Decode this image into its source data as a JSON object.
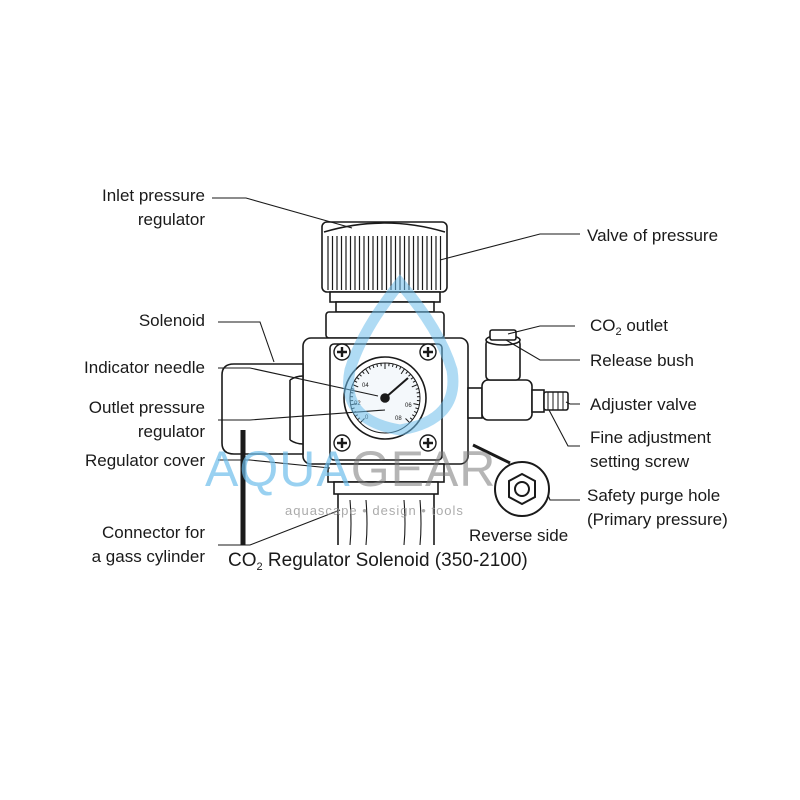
{
  "labels": {
    "inlet_line1": "Inlet pressure",
    "inlet_line2": "regulator",
    "solenoid": "Solenoid",
    "indicator_needle": "Indicator needle",
    "outlet_line1": "Outlet pressure",
    "outlet_line2": "regulator",
    "regulator_cover": "Regulator cover",
    "connector_line1": "Connector for",
    "connector_line2": "a gass cylinder",
    "valve_of_pressure": "Valve of pressure",
    "co2_outlet_prefix": "CO",
    "co2_outlet_sub": "2",
    "co2_outlet_suffix": " outlet",
    "release_bush": "Release bush",
    "adjuster_valve": "Adjuster valve",
    "fine_line1": "Fine adjustment",
    "fine_line2": "setting screw",
    "safety_line1": "Safety purge hole",
    "safety_line2": "(Primary pressure)",
    "reverse_side": "Reverse side"
  },
  "caption": {
    "prefix": "CO",
    "sub": "2",
    "suffix": " Regulator Solenoid (350-2100)"
  },
  "watermark": {
    "part1": "AQUA",
    "part2": "GEAR",
    "tagline": "aquascape  •  design  •  tools"
  },
  "gauge": {
    "tick_labels": [
      "04",
      "02",
      "0",
      "06",
      "08"
    ]
  },
  "colors": {
    "line": "#1a1a1a",
    "watermark_blue": "#6ebeeb",
    "watermark_grey": "#808080",
    "gauge_face": "#f4f8fb"
  }
}
